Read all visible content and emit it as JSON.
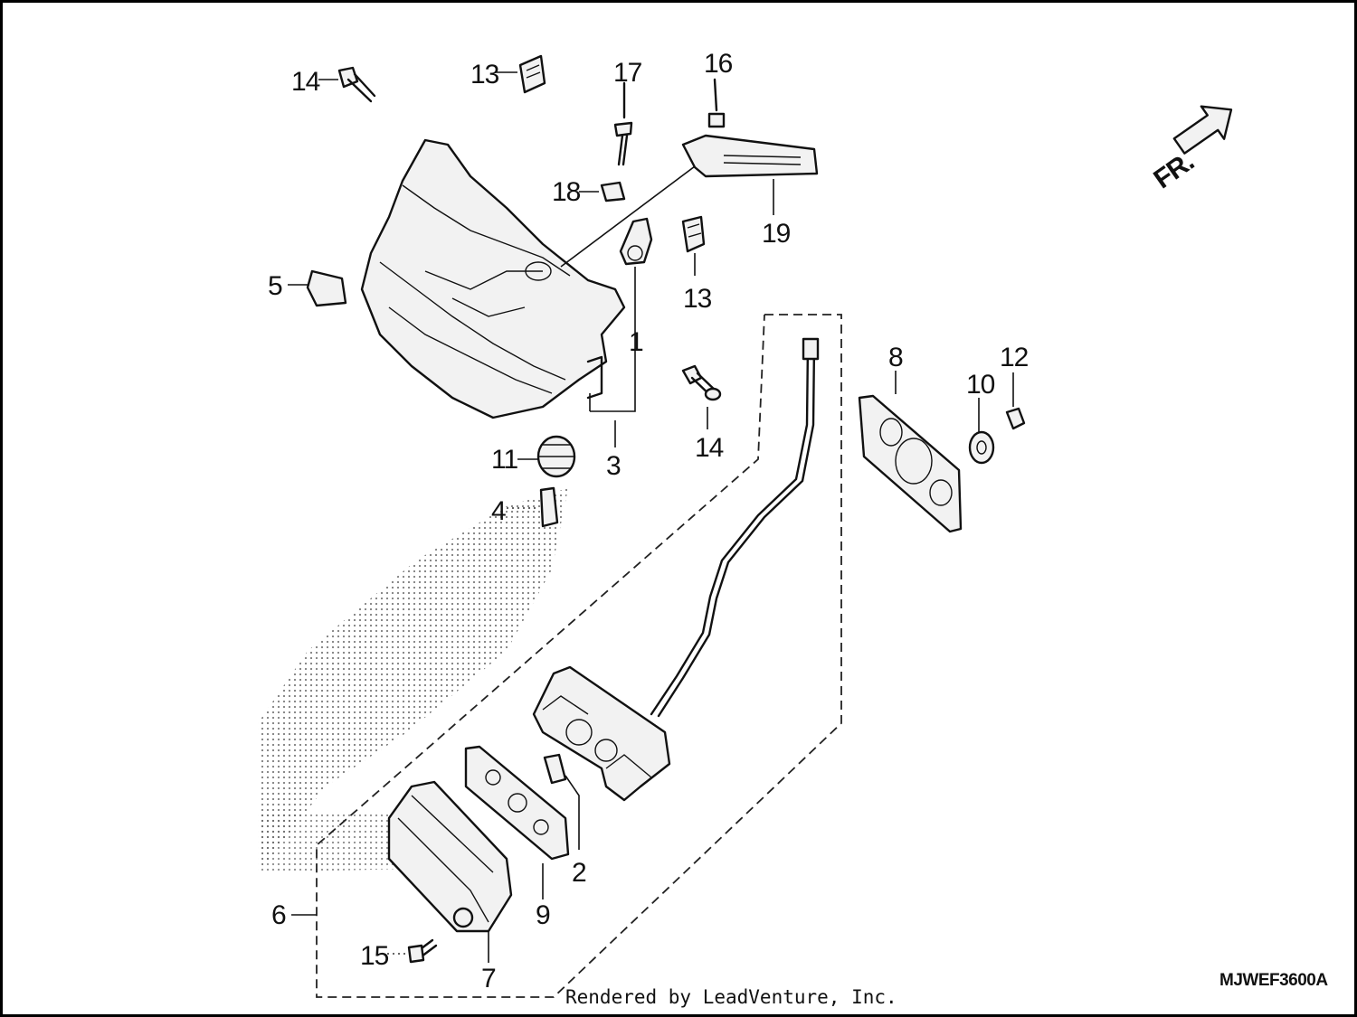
{
  "callouts": {
    "c1": "1",
    "c2": "2",
    "c3": "3",
    "c4": "4",
    "c5": "5",
    "c6": "6",
    "c7": "7",
    "c8": "8",
    "c9": "9",
    "c10": "10",
    "c11": "11",
    "c12": "12",
    "c13a": "13",
    "c13b": "13",
    "c14a": "14",
    "c14b": "14",
    "c15": "15",
    "c16": "16",
    "c17": "17",
    "c18": "18",
    "c19": "19"
  },
  "direction": {
    "label": "FR."
  },
  "footer": {
    "credit": "Rendered by LeadVenture, Inc.",
    "diagram_code": "MJWEF3600A"
  }
}
